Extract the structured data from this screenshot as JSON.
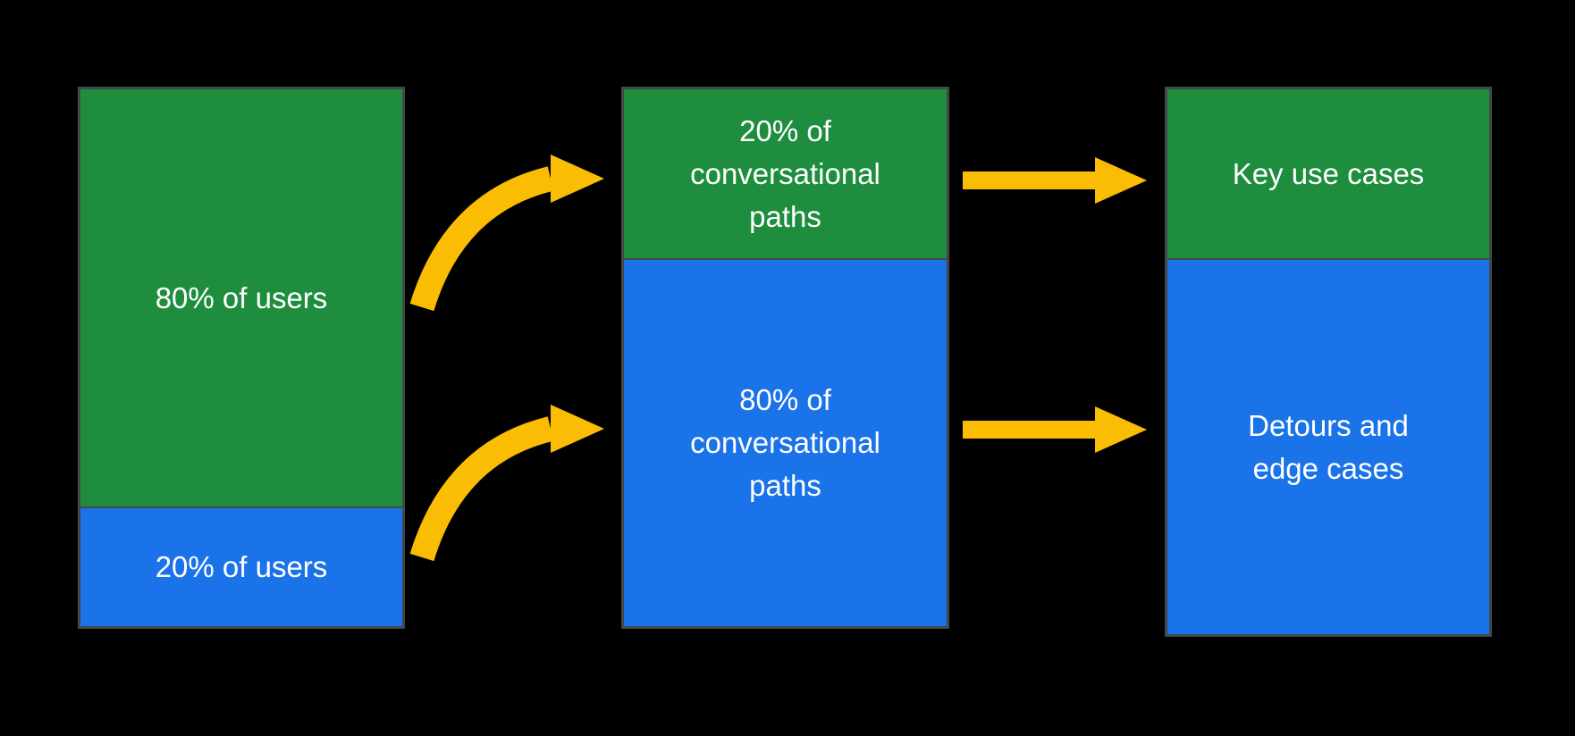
{
  "background_color": "#000000",
  "colors": {
    "green": "#1e8e3e",
    "blue": "#1a73e8",
    "arrow_yellow": "#fbbc04",
    "border_gray": "#45484a",
    "label_text": "#ffffff"
  },
  "columns": [
    {
      "name": "users",
      "segments": [
        {
          "color": "green",
          "label": "80% of users"
        },
        {
          "color": "blue",
          "label": "20% of users"
        }
      ]
    },
    {
      "name": "conversational-paths",
      "segments": [
        {
          "color": "green",
          "label": "20% of conversational paths"
        },
        {
          "color": "blue",
          "label": "80% of conversational paths"
        }
      ]
    },
    {
      "name": "cases",
      "segments": [
        {
          "color": "green",
          "label": "Key use cases"
        },
        {
          "color": "blue",
          "label": "Detours and edge cases"
        }
      ]
    }
  ],
  "arrows": [
    {
      "shape": "curved",
      "from": "80% of users",
      "to": "20% of conversational paths",
      "color": "#fbbc04"
    },
    {
      "shape": "curved",
      "from": "20% of users",
      "to": "80% of conversational paths",
      "color": "#fbbc04"
    },
    {
      "shape": "straight",
      "from": "20% of conversational paths",
      "to": "Key use cases",
      "color": "#fbbc04"
    },
    {
      "shape": "straight",
      "from": "80% of conversational paths",
      "to": "Detours and edge cases",
      "color": "#fbbc04"
    }
  ]
}
